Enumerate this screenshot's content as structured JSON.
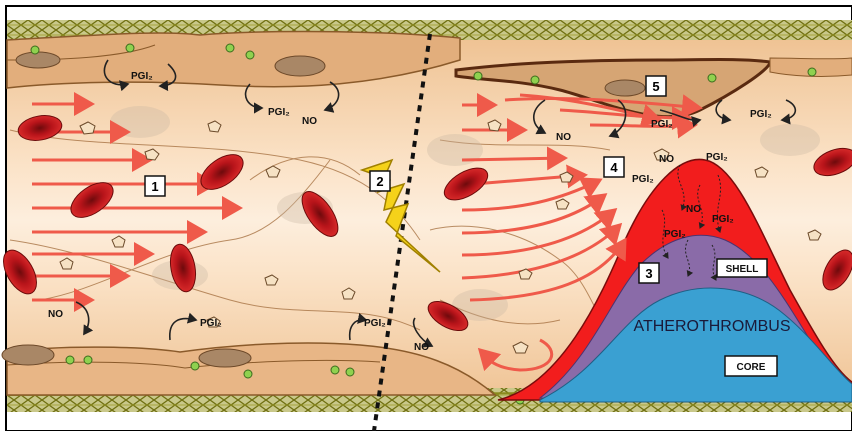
{
  "labels": {
    "pgi2": "PGI₂",
    "no": "NO",
    "shell": "SHELL",
    "core": "CORE",
    "atherothrombus": "ATHEROTHROMBUS"
  },
  "markers": [
    "1",
    "2",
    "3",
    "4",
    "5"
  ],
  "colors": {
    "lumen_center": "#fde9d3",
    "lumen_edge": "#f2c79c",
    "arrow": "#ef5a4a",
    "rbc": "#c6161c",
    "shell": "#f21d1d",
    "lipid": "#8a6ba8",
    "core": "#3aa0d2",
    "wall_mesh": "#8a8a1e",
    "bolt": "#f5d21a",
    "endothelium": "#d9a877"
  }
}
